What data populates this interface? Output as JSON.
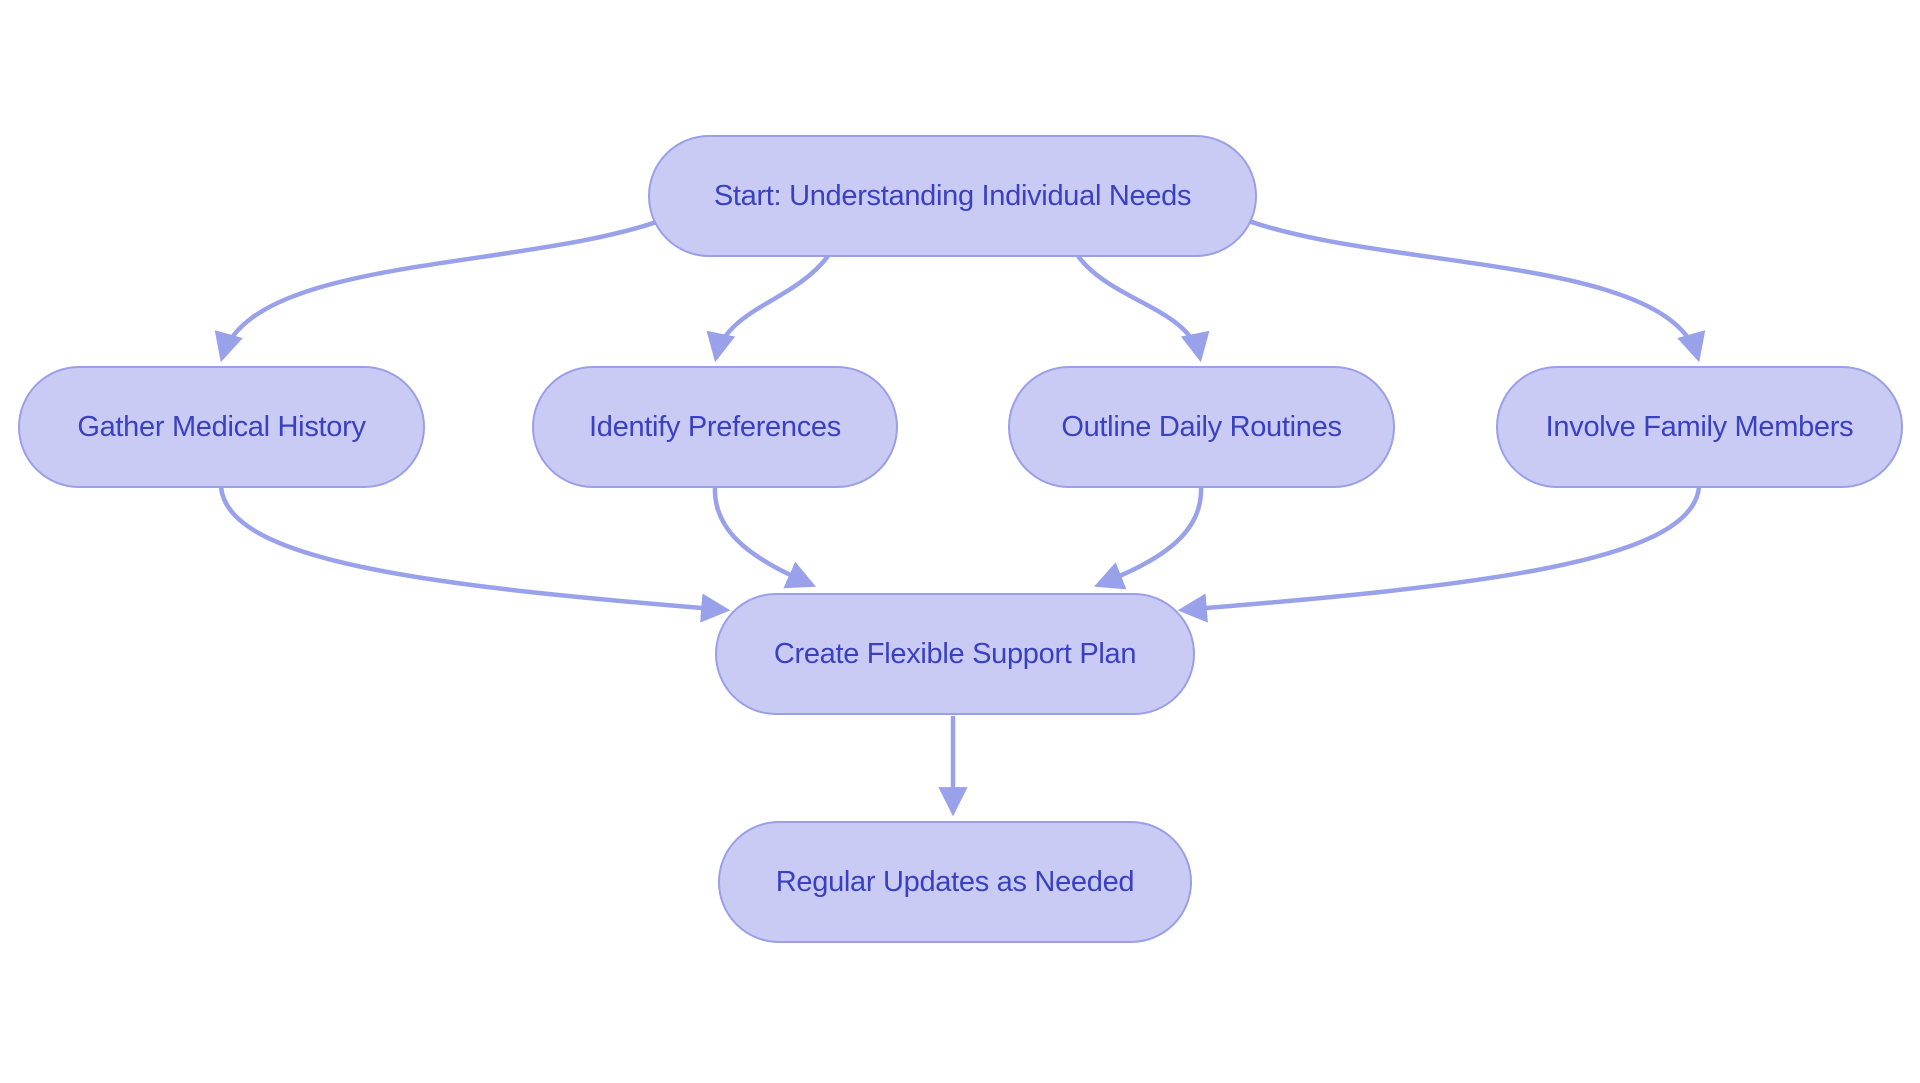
{
  "diagram": {
    "type": "flowchart",
    "background": "white",
    "colors": {
      "background": "#ffffff",
      "node_fill": "#c9cbf4",
      "node_border": "#9a9fe8",
      "node_text": "#3a40c2",
      "edge": "#99a1eb"
    },
    "nodes": {
      "start": {
        "label": "Start: Understanding Individual Needs"
      },
      "gather": {
        "label": "Gather Medical History"
      },
      "identify": {
        "label": "Identify Preferences"
      },
      "outline": {
        "label": "Outline Daily Routines"
      },
      "involve": {
        "label": "Involve Family Members"
      },
      "plan": {
        "label": "Create Flexible Support Plan"
      },
      "updates": {
        "label": "Regular Updates as Needed"
      }
    },
    "edges": [
      {
        "from": "Start: Understanding Individual Needs",
        "to": "Gather Medical History"
      },
      {
        "from": "Start: Understanding Individual Needs",
        "to": "Identify Preferences"
      },
      {
        "from": "Start: Understanding Individual Needs",
        "to": "Outline Daily Routines"
      },
      {
        "from": "Start: Understanding Individual Needs",
        "to": "Involve Family Members"
      },
      {
        "from": "Gather Medical History",
        "to": "Create Flexible Support Plan"
      },
      {
        "from": "Identify Preferences",
        "to": "Create Flexible Support Plan"
      },
      {
        "from": "Outline Daily Routines",
        "to": "Create Flexible Support Plan"
      },
      {
        "from": "Involve Family Members",
        "to": "Create Flexible Support Plan"
      },
      {
        "from": "Create Flexible Support Plan",
        "to": "Regular Updates as Needed"
      }
    ]
  }
}
